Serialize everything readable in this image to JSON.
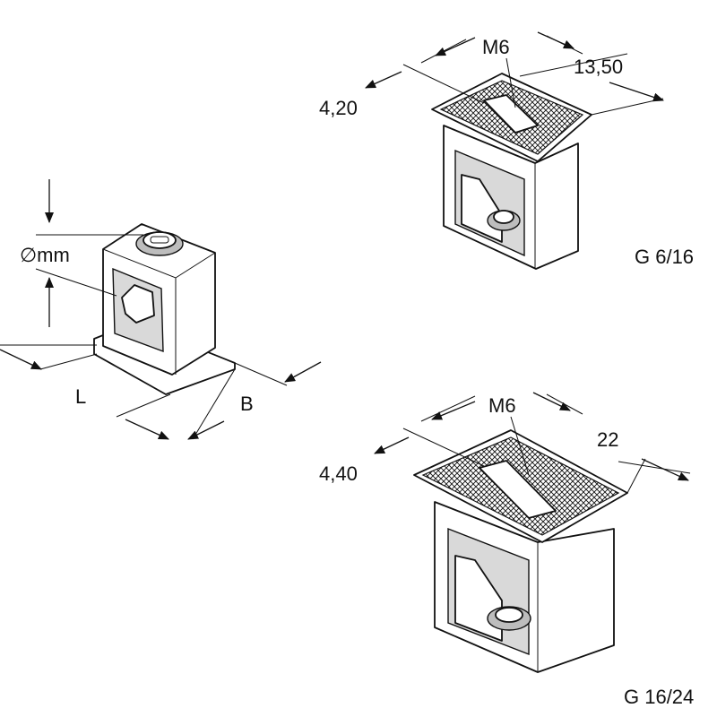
{
  "clamp_small": {
    "diameter_label": "∅mm",
    "length_label": "L",
    "width_label": "B"
  },
  "clamp_g616": {
    "thread_label": "M6",
    "depth_label": "4,20",
    "width_label": "13,50",
    "model_label": "G 6/16"
  },
  "clamp_g1624": {
    "thread_label": "M6",
    "depth_label": "4,40",
    "width_label": "22",
    "model_label": "G 16/24"
  }
}
